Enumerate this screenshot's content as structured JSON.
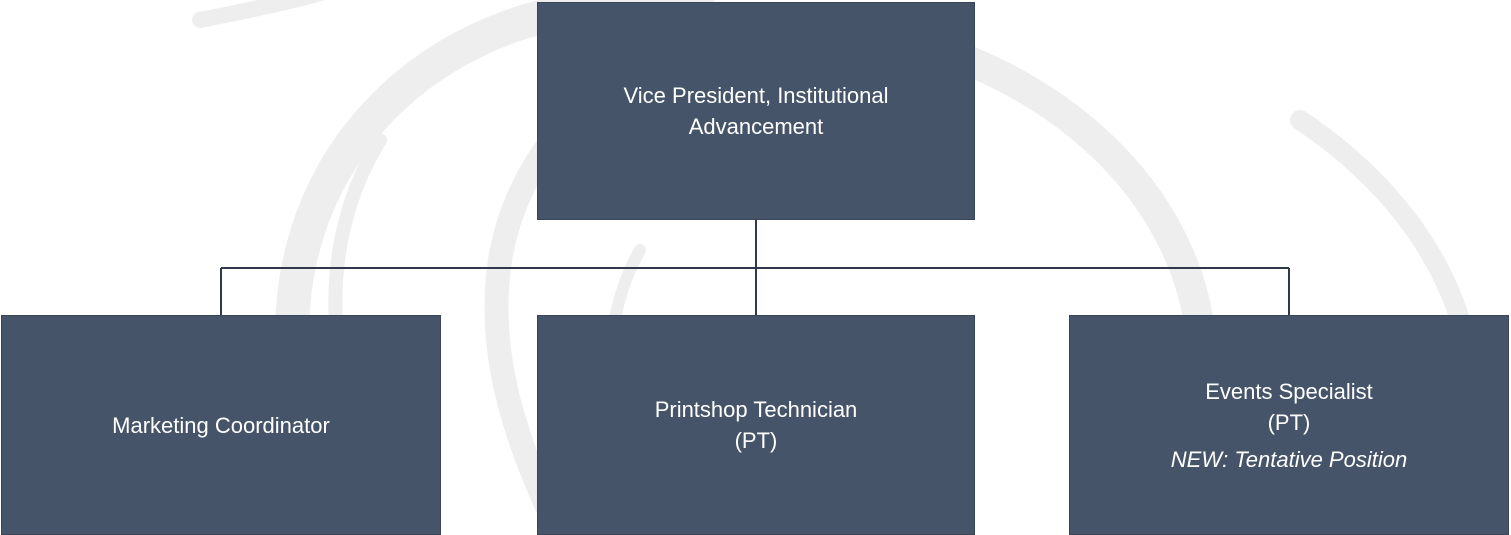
{
  "org_chart": {
    "top": {
      "line1": "Vice President, Institutional",
      "line2": "Advancement"
    },
    "reports": [
      {
        "line1": "Marketing Coordinator"
      },
      {
        "line1": "Printshop Technician",
        "line2": "(PT)"
      },
      {
        "line1": "Events Specialist",
        "line2": "(PT)",
        "note": "NEW: Tentative Position"
      }
    ]
  },
  "colors": {
    "box_fill": "#465469",
    "box_text": "#ffffff",
    "connector": "#2e3a4c",
    "watermark": "#ececec"
  }
}
